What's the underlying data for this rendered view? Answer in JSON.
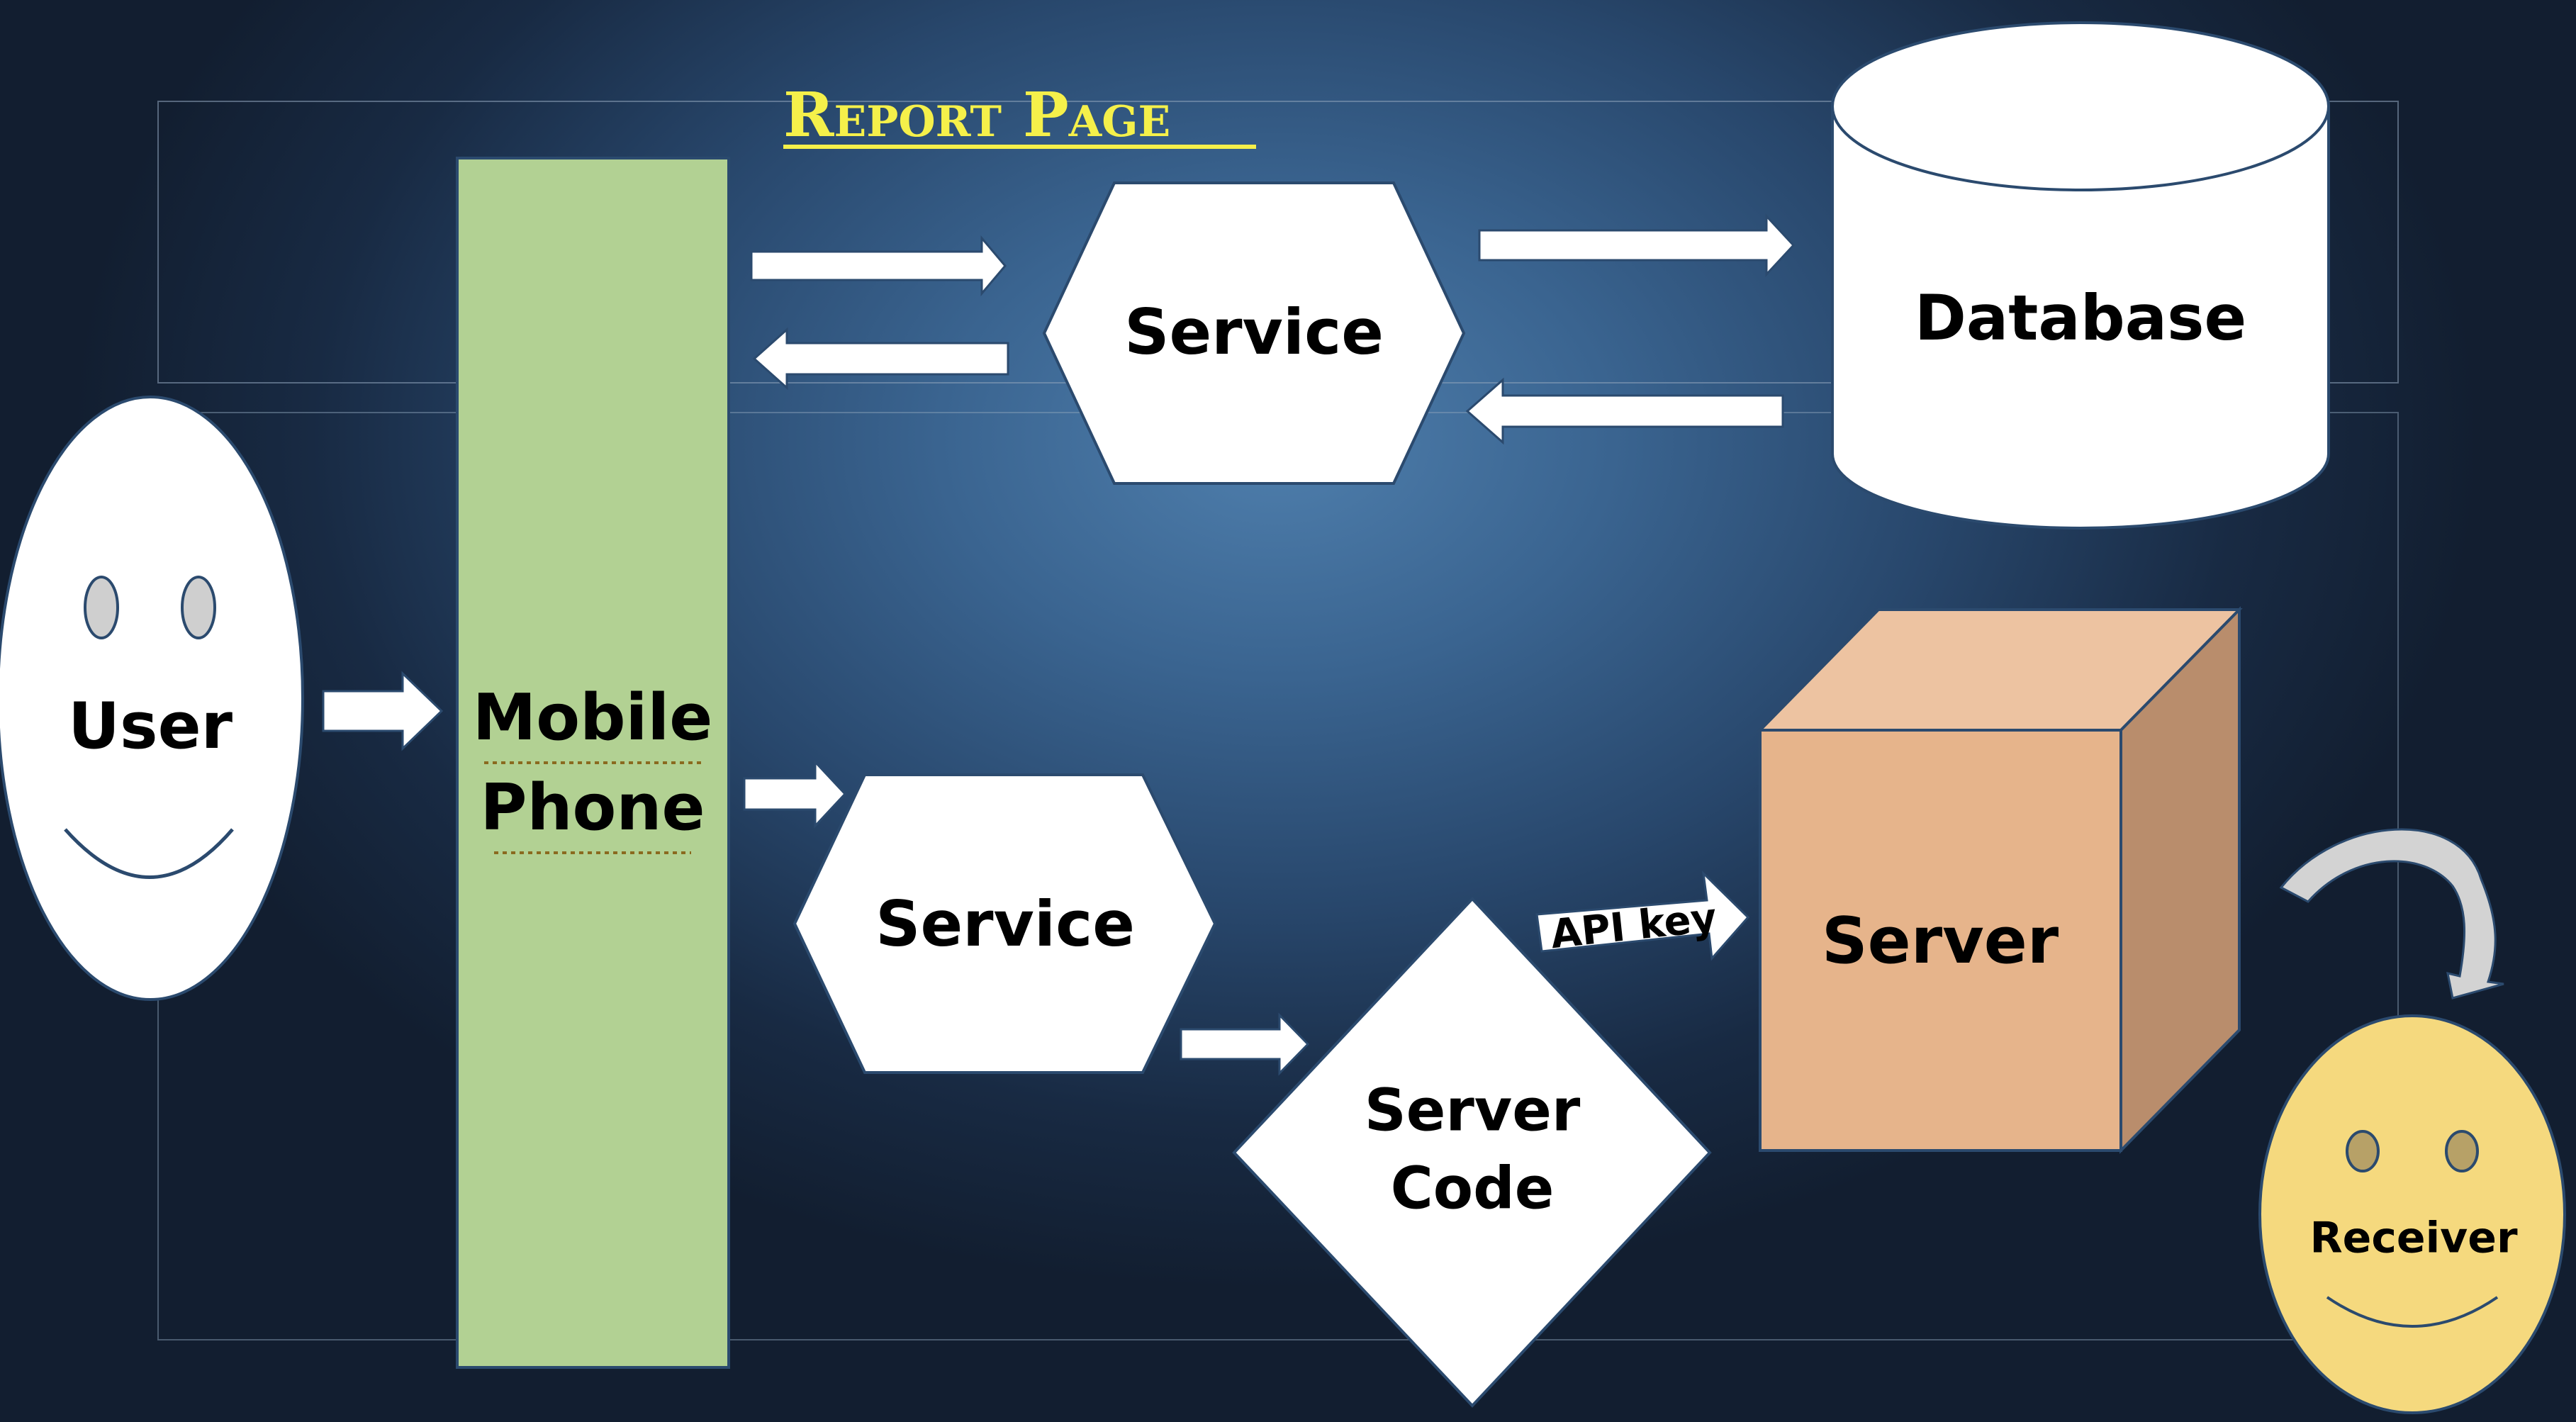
{
  "title": "Report Page",
  "colors": {
    "title": "#f5f04a",
    "mobile_phone": "#b2d193",
    "server_front": "#e6b48b",
    "server_top": "#edc3a1",
    "server_side": "#b98d6c",
    "receiver_face": "#f5d97e",
    "user_face": "#ffffff",
    "arrow_fill": "#ffffff",
    "curved_arrow": "#d3d3d3"
  },
  "nodes": {
    "user": {
      "label": "User",
      "icon": "smiley-face-icon"
    },
    "mobile_phone": {
      "line1": "Mobile",
      "line2": "Phone"
    },
    "report_service": {
      "label": "Service"
    },
    "database": {
      "label": "Database",
      "icon": "database-cylinder-icon"
    },
    "main_service": {
      "label": "Service"
    },
    "server_code": {
      "line1": "Server",
      "line2": "Code"
    },
    "server": {
      "label": "Server",
      "icon": "server-cube-icon"
    },
    "receiver": {
      "label": "Receiver",
      "icon": "smiley-face-icon"
    }
  },
  "edges": {
    "api_key_label": "API key"
  }
}
